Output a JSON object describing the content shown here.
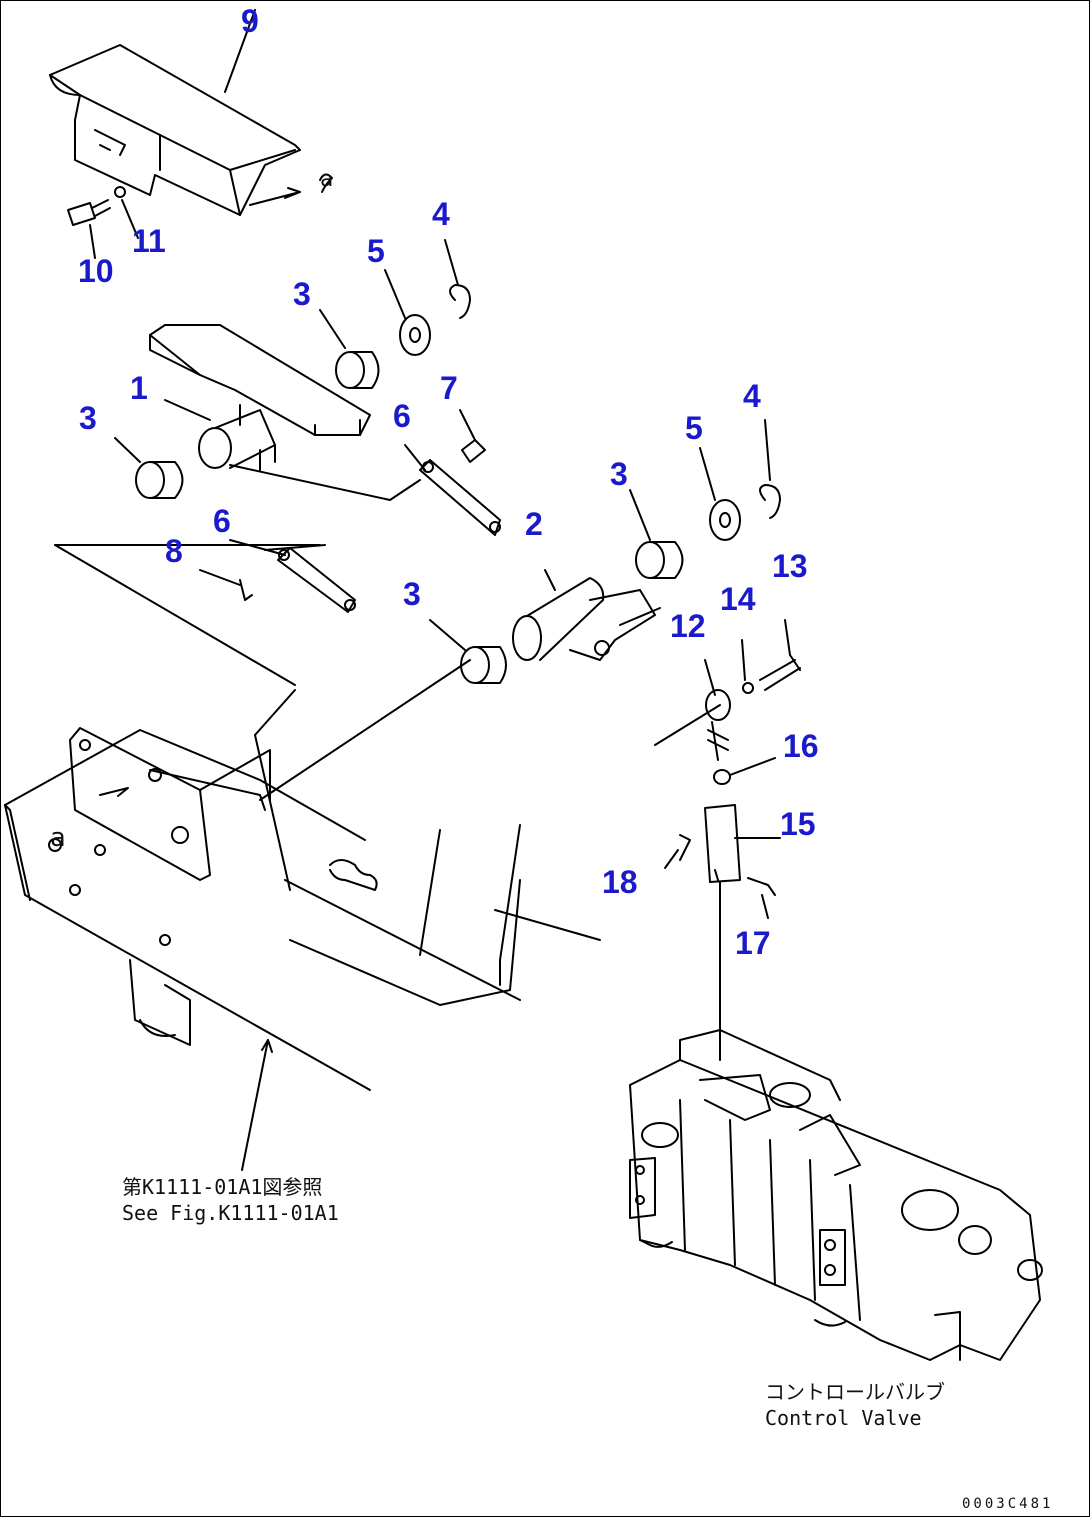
{
  "callouts": [
    {
      "id": "c9a",
      "label": "9"
    },
    {
      "id": "c11",
      "label": "11"
    },
    {
      "id": "c10",
      "label": "10"
    },
    {
      "id": "c4a",
      "label": "4"
    },
    {
      "id": "c5a",
      "label": "5"
    },
    {
      "id": "c3a",
      "label": "3"
    },
    {
      "id": "c7",
      "label": "7"
    },
    {
      "id": "c1",
      "label": "1"
    },
    {
      "id": "c3b",
      "label": "3"
    },
    {
      "id": "c6a",
      "label": "6"
    },
    {
      "id": "c4b",
      "label": "4"
    },
    {
      "id": "c5b",
      "label": "5"
    },
    {
      "id": "c3c",
      "label": "3"
    },
    {
      "id": "c2",
      "label": "2"
    },
    {
      "id": "c6b",
      "label": "6"
    },
    {
      "id": "c8",
      "label": "8"
    },
    {
      "id": "c13",
      "label": "13"
    },
    {
      "id": "c14",
      "label": "14"
    },
    {
      "id": "c3d",
      "label": "3"
    },
    {
      "id": "c12",
      "label": "12"
    },
    {
      "id": "c16",
      "label": "16"
    },
    {
      "id": "c15",
      "label": "15"
    },
    {
      "id": "c18",
      "label": "18"
    },
    {
      "id": "c17",
      "label": "17"
    }
  ],
  "notes": {
    "see_fig_jp": "第K1111-01A1図参照",
    "see_fig_en": "See Fig.K1111-01A1",
    "control_valve_jp": "コントロールバルブ",
    "control_valve_en": "Control Valve"
  },
  "markers": {
    "a_top": "a",
    "a_left": "a"
  },
  "drawing_code": "0003C481",
  "colors": {
    "callout": "#1a1acc",
    "lines": "#000000",
    "background": "#ffffff"
  }
}
